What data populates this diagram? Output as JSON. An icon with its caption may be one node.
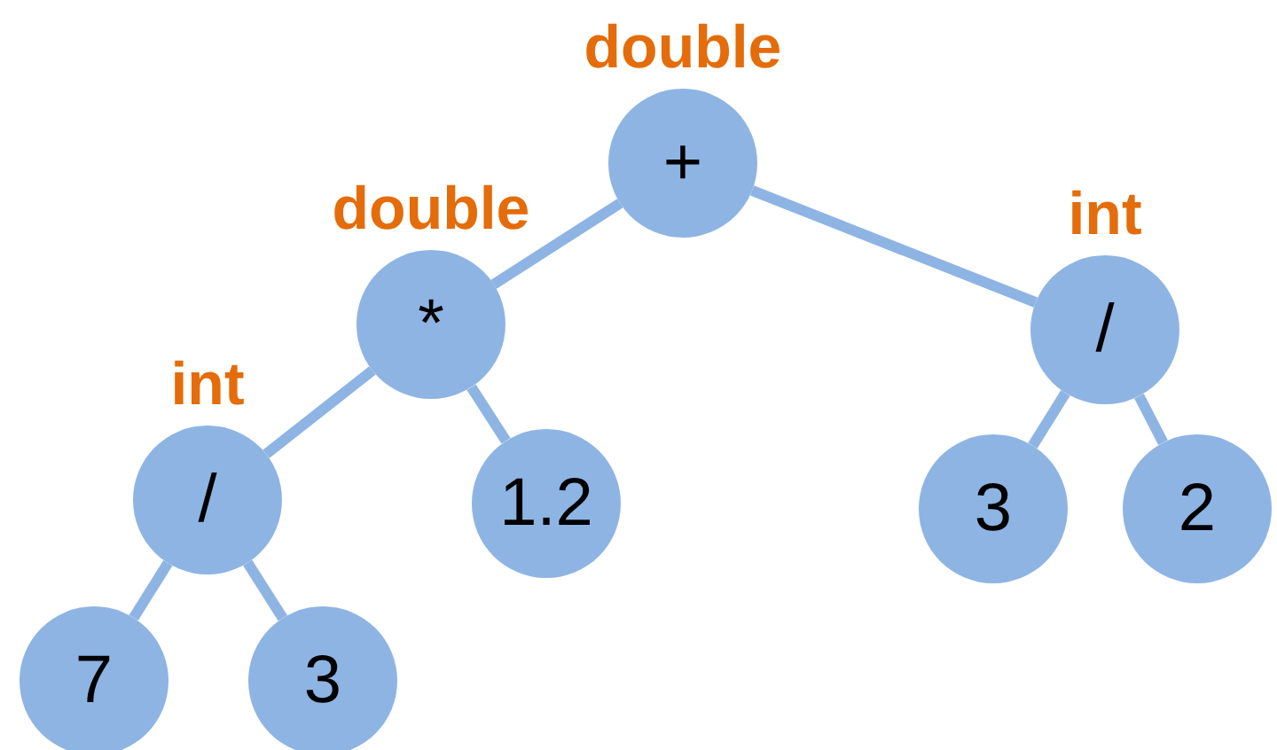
{
  "diagram": {
    "nodes": [
      {
        "text": [
          "+"
        ],
        "beside": [
          "double"
        ]
      },
      {
        "text": [
          "*"
        ],
        "beside": [
          "double"
        ]
      },
      {
        "text": [
          "/"
        ],
        "beside": [
          "int"
        ]
      },
      {
        "text": [
          "7"
        ]
      },
      {
        "text": [
          "3"
        ]
      },
      {
        "text": [
          "1.2"
        ]
      },
      {
        "text": [
          "/"
        ],
        "beside": [
          "int"
        ]
      },
      {
        "text": [
          "3"
        ]
      },
      {
        "text": [
          "2"
        ]
      }
    ],
    "edges": [
      {
        "from": 0,
        "to": 1,
        "arrow": "none"
      },
      {
        "from": 0,
        "to": 6,
        "arrow": "none"
      },
      {
        "from": 1,
        "to": 2,
        "arrow": "none"
      },
      {
        "from": 1,
        "to": 5,
        "arrow": "none"
      },
      {
        "from": 2,
        "to": 3,
        "arrow": "none"
      },
      {
        "from": 2,
        "to": 4,
        "arrow": "none"
      },
      {
        "from": 6,
        "to": 7,
        "arrow": "none"
      },
      {
        "from": 6,
        "to": 8,
        "arrow": "none"
      }
    ]
  }
}
